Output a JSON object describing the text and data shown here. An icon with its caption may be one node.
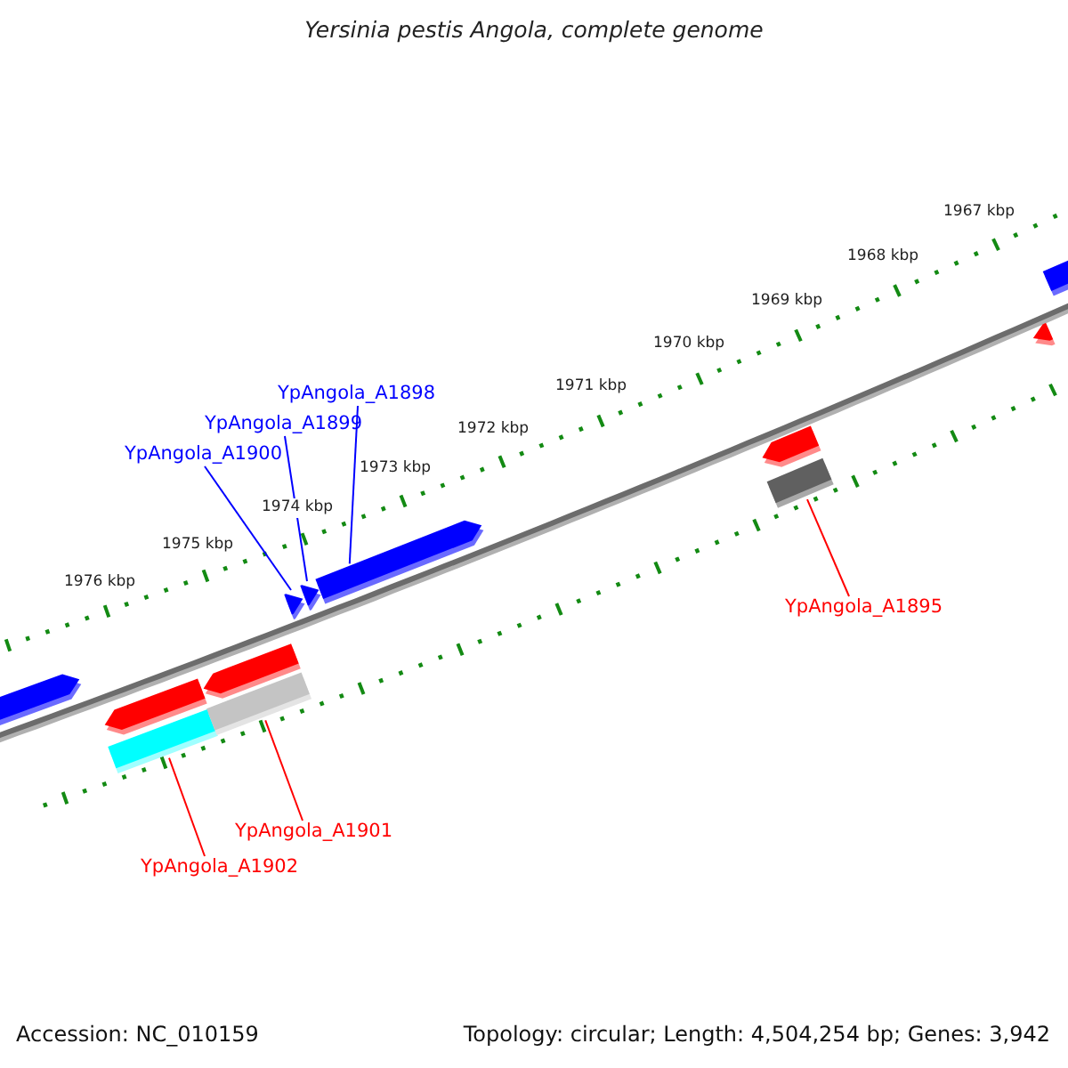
{
  "diagram": {
    "title": "Yersinia pestis Angola, complete genome",
    "nodes": [
      {
        "text": [
          "YpAngola_A1898"
        ]
      },
      {
        "text": [
          "YpAngola_A1899"
        ]
      },
      {
        "text": [
          "YpAngola_A1900"
        ]
      },
      {
        "text": [
          "YpAngola_A1895"
        ]
      },
      {
        "text": [
          "YpAngola_A1901"
        ]
      },
      {
        "text": [
          "YpAngola_A1902"
        ]
      },
      {
        "text": [],
        "shape": "arrow"
      },
      {
        "text": [],
        "shape": "arrow"
      },
      {
        "text": [],
        "shape": "bar"
      },
      {
        "text": [],
        "shape": "arrow"
      },
      {
        "text": [],
        "shape": "bar"
      },
      {
        "text": [],
        "shape": "arrow"
      },
      {
        "text": [],
        "shape": "arrow"
      },
      {
        "text": [],
        "shape": "arrow"
      },
      {
        "text": [],
        "shape": "arrow"
      },
      {
        "text": [],
        "shape": "bar"
      },
      {
        "text": [],
        "shape": "arrow"
      },
      {
        "text": [],
        "shape": "arrow"
      }
    ],
    "edges": [
      {
        "from": 0,
        "to": 13,
        "arrow": "none",
        "color": "#0000ff"
      },
      {
        "from": 1,
        "to": 12,
        "arrow": "none",
        "color": "#0000ff"
      },
      {
        "from": 2,
        "to": 11,
        "arrow": "none",
        "color": "#0000ff"
      },
      {
        "from": 3,
        "to": 15,
        "arrow": "none",
        "color": "#ff0000"
      },
      {
        "from": 4,
        "to": 10,
        "arrow": "none",
        "color": "#ff0000"
      },
      {
        "from": 5,
        "to": 8,
        "arrow": "none",
        "color": "#ff0000"
      }
    ],
    "labels": [
      "1967 kbp",
      "1968 kbp",
      "1969 kbp",
      "1970 kbp",
      "1971 kbp",
      "1972 kbp",
      "1973 kbp",
      "1974 kbp",
      "1975 kbp",
      "1976 kbp",
      "Accession: NC_010159",
      "Topology: circular; Length: 4,504,254 bp; Genes: 3,942"
    ]
  }
}
